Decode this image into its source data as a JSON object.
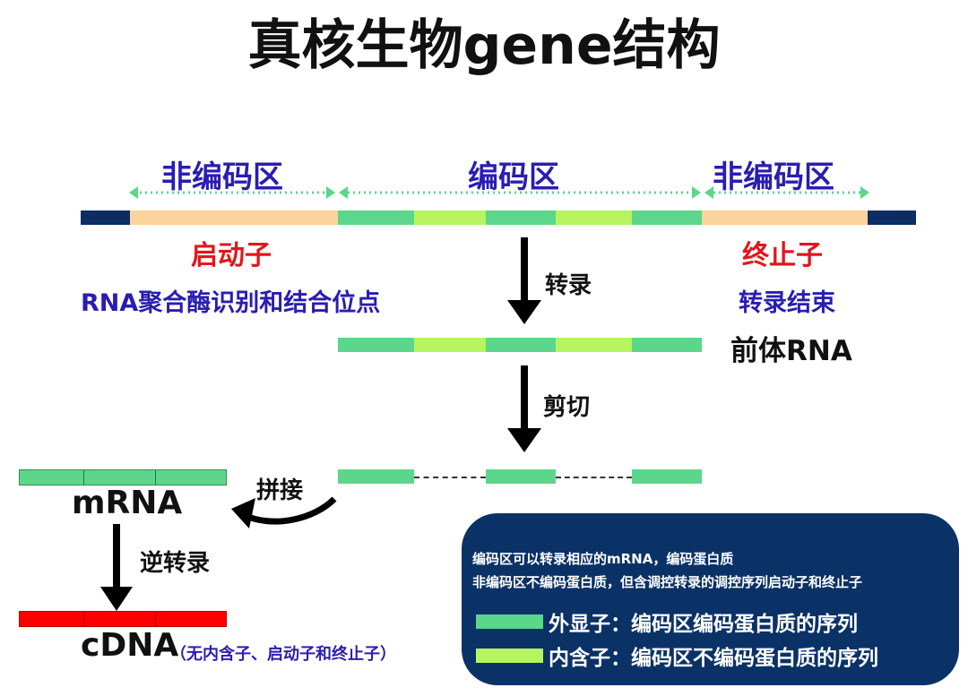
{
  "title": "真核生物gene结构",
  "regions": {
    "noncoding_left": "非编码区",
    "coding": "编码区",
    "noncoding_right": "非编码区"
  },
  "promoter": {
    "label": "启动子",
    "desc": "RNA聚合酶识别和结合位点"
  },
  "terminator": {
    "label": "终止子",
    "desc": "转录结束"
  },
  "steps": {
    "transcription": "转录",
    "cutting": "剪切",
    "splicing": "拼接",
    "reverse_transcription": "逆转录"
  },
  "products": {
    "pre_rna": "前体RNA",
    "mrna": "mRNA",
    "cdna": "cDNA",
    "cdna_note": "（无内含子、启动子和终止子）"
  },
  "legend": {
    "line1": "编码区可以转录相应的mRNA，编码蛋白质",
    "line2": "非编码区不编码蛋白质，但含调控转录的调控序列启动子和终止子",
    "exon": "外显子：编码区编码蛋白质的序列",
    "intron": "内含子：编码区不编码蛋白质的序列"
  },
  "colors": {
    "navy": "#0b2d63",
    "peach": "#fbd49d",
    "exon": "#5cd68a",
    "intron": "#b6f55f",
    "cdna": "#ff0000",
    "blue_text": "#2a1db0",
    "red_text": "#e3161b"
  }
}
